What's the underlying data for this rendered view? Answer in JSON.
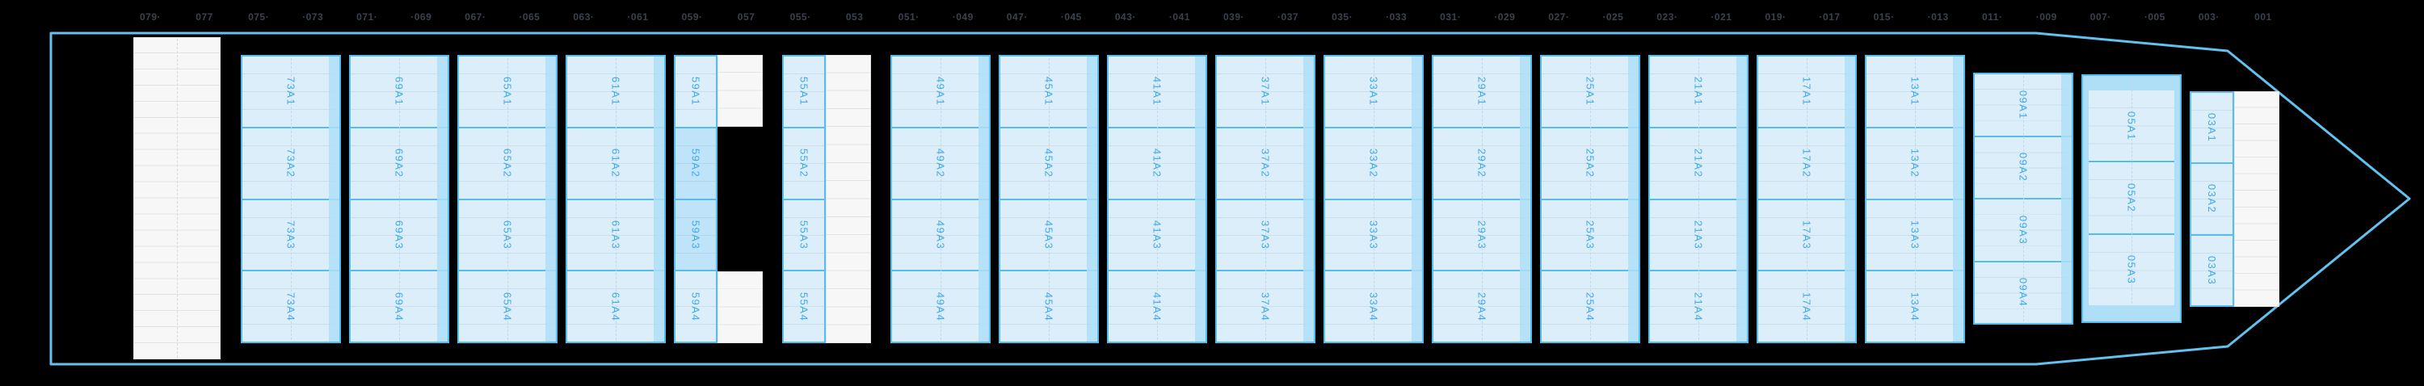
{
  "frame_ruler": {
    "labels": [
      "079·",
      "077",
      "075·",
      "·073",
      "071·",
      "·069",
      "067·",
      "·065",
      "063·",
      "·061",
      "059·",
      "057",
      "055·",
      "053",
      "051·",
      "·049",
      "047·",
      "·045",
      "043·",
      "·041",
      "039·",
      "·037",
      "035·",
      "·033",
      "031·",
      "·029",
      "027·",
      "·025",
      "023·",
      "·021",
      "019·",
      "·017",
      "015·",
      "·013",
      "011·",
      "·009",
      "007·",
      "·005",
      "003·",
      "001"
    ]
  },
  "bays": [
    {
      "id": "73",
      "cells": [
        "73A1",
        "73A2",
        "73A3",
        "73A4"
      ]
    },
    {
      "id": "69",
      "cells": [
        "69A1",
        "69A2",
        "69A3",
        "69A4"
      ]
    },
    {
      "id": "65",
      "cells": [
        "65A1",
        "65A2",
        "65A3",
        "65A4"
      ]
    },
    {
      "id": "61",
      "cells": [
        "61A1",
        "61A2",
        "61A3",
        "61A4"
      ]
    },
    {
      "id": "59",
      "cells": [
        "59A1",
        "59A2",
        "59A3",
        "59A4"
      ]
    },
    {
      "id": "55",
      "cells": [
        "55A1",
        "55A2",
        "55A3",
        "55A4"
      ]
    },
    {
      "id": "49",
      "cells": [
        "49A1",
        "49A2",
        "49A3",
        "49A4"
      ]
    },
    {
      "id": "45",
      "cells": [
        "45A1",
        "45A2",
        "45A3",
        "45A4"
      ]
    },
    {
      "id": "41",
      "cells": [
        "41A1",
        "41A2",
        "41A3",
        "41A4"
      ]
    },
    {
      "id": "37",
      "cells": [
        "37A1",
        "37A2",
        "37A3",
        "37A4"
      ]
    },
    {
      "id": "33",
      "cells": [
        "33A1",
        "33A2",
        "33A3",
        "33A4"
      ]
    },
    {
      "id": "29",
      "cells": [
        "29A1",
        "29A2",
        "29A3",
        "29A4"
      ]
    },
    {
      "id": "25",
      "cells": [
        "25A1",
        "25A2",
        "25A3",
        "25A4"
      ]
    },
    {
      "id": "21",
      "cells": [
        "21A1",
        "21A2",
        "21A3",
        "21A4"
      ]
    },
    {
      "id": "17",
      "cells": [
        "17A1",
        "17A2",
        "17A3",
        "17A4"
      ]
    },
    {
      "id": "13",
      "cells": [
        "13A1",
        "13A2",
        "13A3",
        "13A4"
      ]
    },
    {
      "id": "09",
      "cells": [
        "09A1",
        "09A2",
        "09A3",
        "09A4"
      ]
    },
    {
      "id": "05",
      "cells": [
        "05A1",
        "05A2",
        "05A3"
      ]
    },
    {
      "id": "03",
      "cells": [
        "03A1",
        "03A2",
        "03A3"
      ]
    }
  ],
  "highlighted_cells": [
    "59A2",
    "59A3"
  ],
  "selected_bay": "05",
  "colors": {
    "hull_outline": "#62c1ee",
    "bay_border": "#56bdee",
    "cell_fill": "#dbeefa",
    "cell_fill_highlighted": "#bfe3f8",
    "bay_ring_stripe": "#aedff7",
    "cell_label_text": "#41a9e6",
    "frame_label_text": "#3a424e",
    "empty_grid_fill": "#f7f7f7",
    "empty_grid_line": "#e3e3e3"
  }
}
